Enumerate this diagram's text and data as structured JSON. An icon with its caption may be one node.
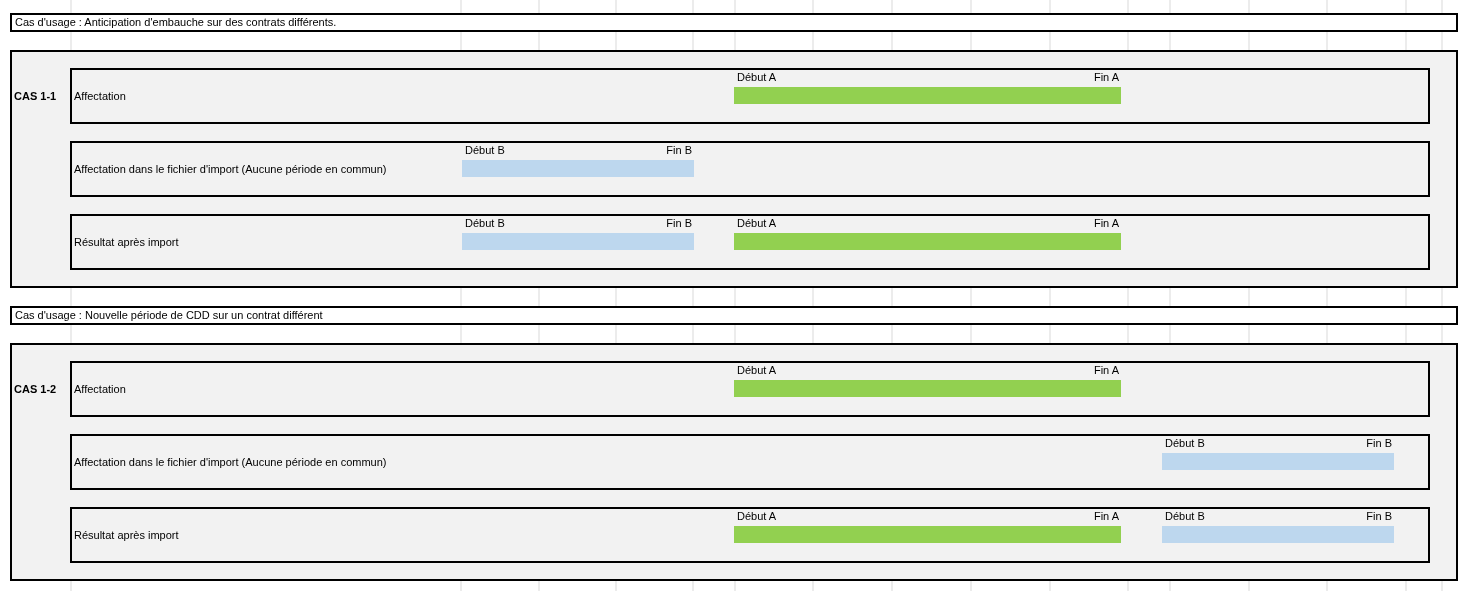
{
  "diagram": {
    "nodes": [
      {
        "text": [
          "Cas d'usage : Anticipation d'embauche sur des contrats différents."
        ]
      },
      {
        "text": [
          "CAS 1-1"
        ]
      },
      {
        "text": [
          "Affectation"
        ],
        "in": 1
      },
      {
        "text": [
          "Début A",
          "Fin A"
        ],
        "in": 2
      },
      {
        "text": [
          "Affectation dans le fichier d'import (Aucune période en commun)"
        ],
        "in": 1
      },
      {
        "text": [
          "Début B",
          "Fin B"
        ],
        "in": 4
      },
      {
        "text": [
          "Résultat après import"
        ],
        "in": 1
      },
      {
        "text": [
          "Début B",
          "Fin B"
        ],
        "in": 6
      },
      {
        "text": [
          "Début A",
          "Fin A"
        ],
        "in": 6
      },
      {
        "text": [
          "Cas d'usage : Nouvelle période de CDD sur un contrat différent"
        ]
      },
      {
        "text": [
          "CAS 1-2"
        ]
      },
      {
        "text": [
          "Affectation"
        ],
        "in": 10
      },
      {
        "text": [
          "Début A",
          "Fin A"
        ],
        "in": 11
      },
      {
        "text": [
          "Affectation dans le fichier d'import (Aucune période en commun)"
        ],
        "in": 10
      },
      {
        "text": [
          "Début B",
          "Fin B"
        ],
        "in": 13
      },
      {
        "text": [
          "Résultat après import"
        ],
        "in": 10
      },
      {
        "text": [
          "Début A",
          "Fin A"
        ],
        "in": 15
      },
      {
        "text": [
          "Début B",
          "Fin B"
        ],
        "in": 15
      }
    ],
    "edges": []
  }
}
